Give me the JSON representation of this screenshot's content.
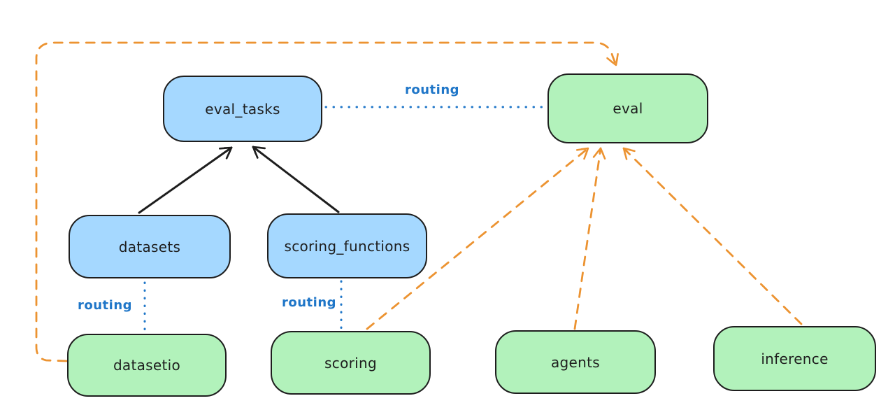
{
  "diagram": {
    "background_color": "#ffffff",
    "colors": {
      "blue_node_fill": "#a5d8ff",
      "green_node_fill": "#b2f2bb",
      "node_stroke": "#1e1e1e",
      "solid_arrow": "#1e1e1e",
      "routing_blue": "#1f76c8",
      "provider_orange": "#ec9331"
    },
    "nodes": {
      "eval_tasks": {
        "label": "eval_tasks",
        "color": "blue"
      },
      "eval": {
        "label": "eval",
        "color": "green"
      },
      "datasets": {
        "label": "datasets",
        "color": "blue"
      },
      "scoring_functions": {
        "label": "scoring_functions",
        "color": "blue"
      },
      "datasetio": {
        "label": "datasetio",
        "color": "green"
      },
      "scoring": {
        "label": "scoring",
        "color": "green"
      },
      "agents": {
        "label": "agents",
        "color": "green"
      },
      "inference": {
        "label": "inference",
        "color": "green"
      }
    },
    "labels": {
      "routing_eval_tasks_eval": "routing",
      "routing_datasets_datasetio": "routing",
      "routing_scoring_functions_scoring": "routing"
    },
    "edges": [
      {
        "from": "eval_tasks",
        "to": "eval",
        "style": "dotted",
        "color": "#1f76c8",
        "label": "routing"
      },
      {
        "from": "datasets",
        "to": "datasetio",
        "style": "dotted",
        "color": "#1f76c8",
        "label": "routing"
      },
      {
        "from": "scoring_functions",
        "to": "scoring",
        "style": "dotted",
        "color": "#1f76c8",
        "label": "routing"
      },
      {
        "from": "datasets",
        "to": "eval_tasks",
        "style": "solid-arrow",
        "color": "#1e1e1e"
      },
      {
        "from": "scoring_functions",
        "to": "eval_tasks",
        "style": "solid-arrow",
        "color": "#1e1e1e"
      },
      {
        "from": "datasetio",
        "to": "eval",
        "style": "dashed-arrow",
        "color": "#ec9331"
      },
      {
        "from": "scoring",
        "to": "eval",
        "style": "dashed-arrow",
        "color": "#ec9331"
      },
      {
        "from": "agents",
        "to": "eval",
        "style": "dashed-arrow",
        "color": "#ec9331"
      },
      {
        "from": "inference",
        "to": "eval",
        "style": "dashed-arrow",
        "color": "#ec9331"
      }
    ]
  }
}
